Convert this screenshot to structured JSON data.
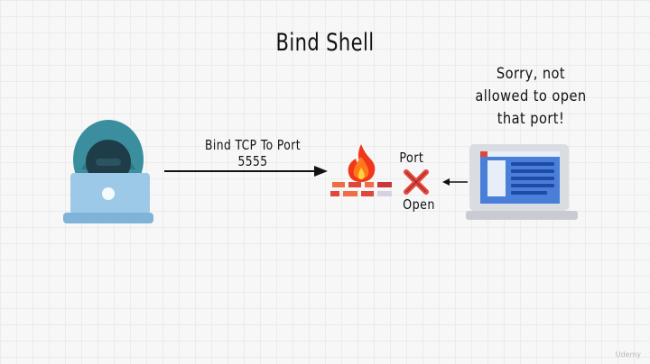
{
  "title": "Bind Shell",
  "arrow_label": "Bind TCP To Port 5555",
  "firewall": {
    "port_label": "Port",
    "open_label": "Open"
  },
  "victim_message": {
    "lines": [
      "Sorry, not",
      "allowed to open",
      "that port!"
    ]
  },
  "watermark": "Udemy",
  "icons": {
    "attacker": "hooded-hacker-laptop-icon",
    "firewall": "firewall-flame-icon",
    "blocked": "red-x-icon",
    "victim": "laptop-icon"
  },
  "colors": {
    "hood": "#3a8e9e",
    "laptop_blue": "#9cc9e8",
    "brick_red": "#e0463a",
    "flame_orange": "#ff7a1a",
    "x_red": "#e8443a",
    "screen_blue": "#4a7fd9",
    "laptop_gray": "#d9dde2"
  }
}
